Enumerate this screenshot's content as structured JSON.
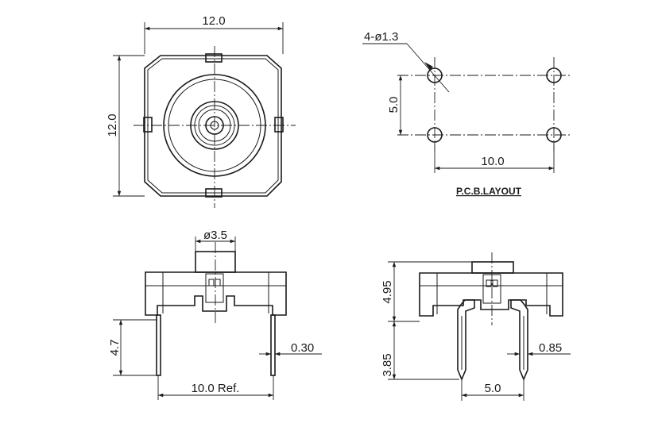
{
  "top_view": {
    "width_dim": "12.0",
    "height_dim": "12.0"
  },
  "pcb_layout": {
    "hole_dim": "4-ø1.3",
    "vertical_pitch": "5.0",
    "horizontal_pitch": "10.0",
    "title": "P.C.B.LAYOUT"
  },
  "front_view": {
    "button_dim": "ø3.5",
    "lead_length": "4.7",
    "lead_thickness": "0.30",
    "lead_span": "10.0 Ref."
  },
  "side_view": {
    "total_height": "4.95",
    "lead_length": "3.85",
    "lead_width": "0.85",
    "lead_pitch": "5.0"
  }
}
